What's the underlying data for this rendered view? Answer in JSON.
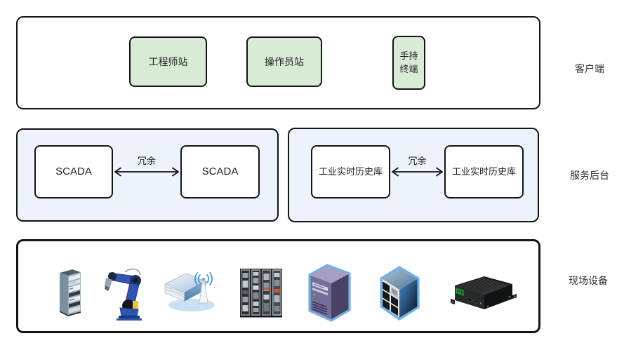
{
  "layers": {
    "client": {
      "label": "客户端",
      "nodes": [
        {
          "label": "工程师站"
        },
        {
          "label": "操作员站"
        },
        {
          "label": "手持终端"
        }
      ]
    },
    "backend": {
      "label": "服务后台",
      "scada_group": {
        "left": "SCADA",
        "right": "SCADA",
        "link_label": "冗余"
      },
      "historian_group": {
        "left": "工业实时历史库",
        "right": "工业实时历史库",
        "link_label": "冗余"
      }
    },
    "field": {
      "label": "现场设备",
      "devices": [
        {
          "icon": "server-rack-icon"
        },
        {
          "icon": "robot-arm-icon"
        },
        {
          "icon": "wireless-gateway-icon"
        },
        {
          "icon": "control-cabinet-icon"
        },
        {
          "icon": "server-tower-icon"
        },
        {
          "icon": "storage-cube-icon"
        },
        {
          "icon": "embedded-industrial-pc-icon"
        }
      ]
    }
  },
  "colors": {
    "node_green": "#d8ecd5",
    "container_blue": "#edf2fb",
    "border_black": "#141414",
    "label_text": "#2e2e2e",
    "device_blue_outline": "#74b0e6"
  }
}
